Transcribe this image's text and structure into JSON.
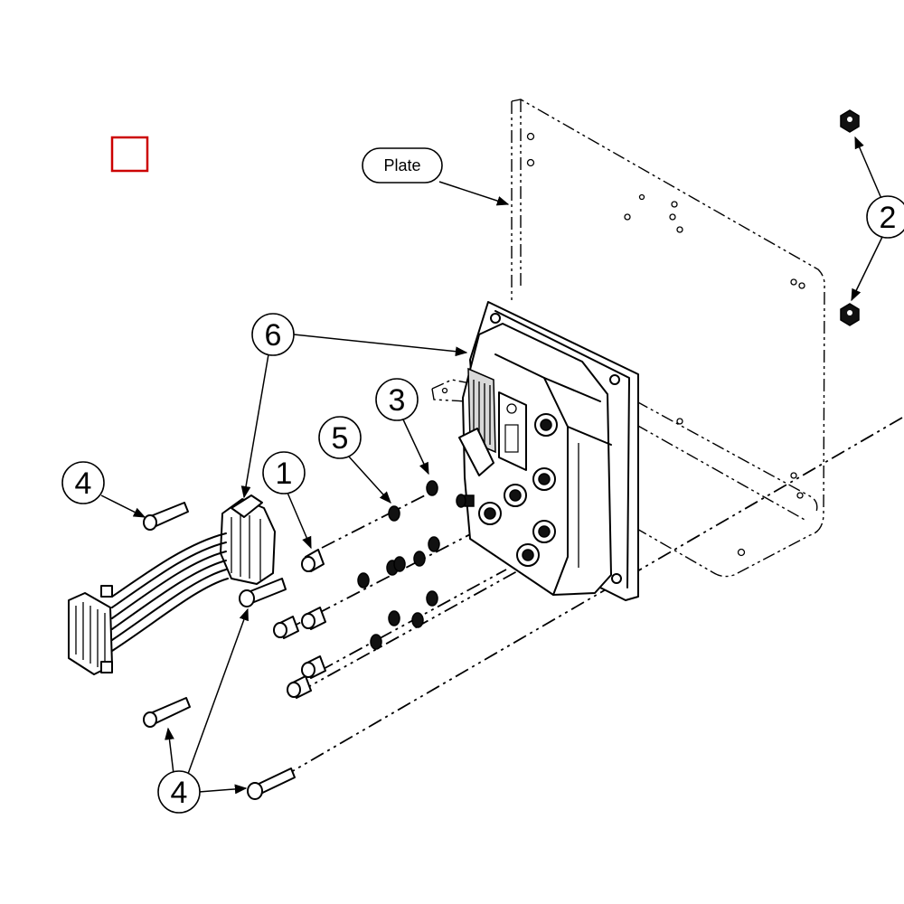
{
  "callouts": {
    "plate": "Plate",
    "item_1": "1",
    "item_2": "2",
    "item_3": "3",
    "item_4_left": "4",
    "item_4_bottom": "4",
    "item_5": "5",
    "item_6": "6"
  },
  "colors": {
    "line": "#000000",
    "background": "#ffffff",
    "marker": "#cc0000"
  }
}
